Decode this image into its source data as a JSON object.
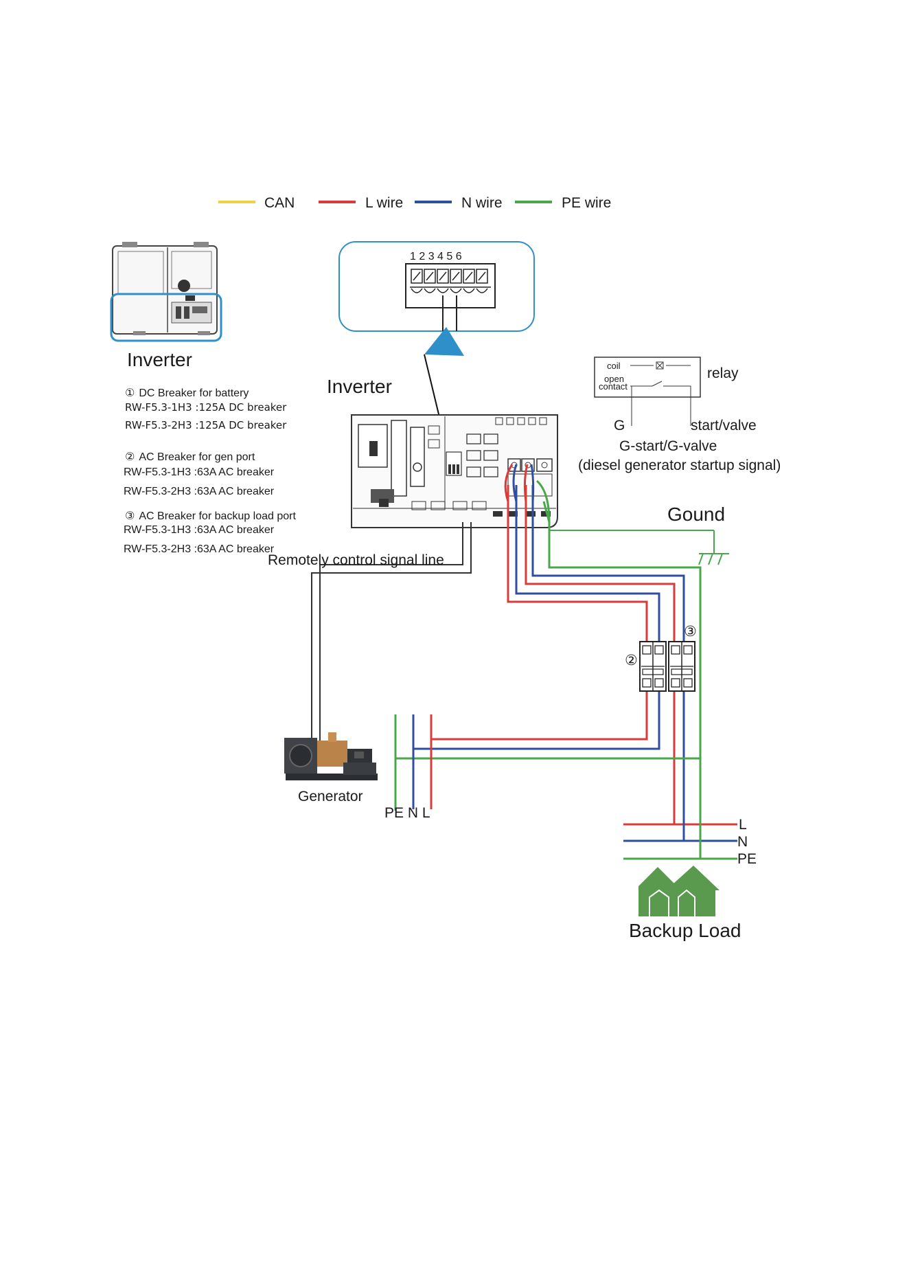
{
  "colors": {
    "can": "#f2d044",
    "l_wire": "#d93b3b",
    "n_wire": "#2f4f9e",
    "pe_wire": "#4aa64a",
    "accent_blue": "#2f8fc9",
    "house_green": "#5a9a4f",
    "signal_line": "#333333"
  },
  "legend": [
    {
      "key": "can",
      "label": "CAN"
    },
    {
      "key": "l_wire",
      "label": "L wire"
    },
    {
      "key": "n_wire",
      "label": "N wire"
    },
    {
      "key": "pe_wire",
      "label": "PE wire"
    }
  ],
  "inverter_thumb_label": "Inverter",
  "inverter_main_label": "Inverter",
  "terminal_numbers": "1 2 3 4 5 6",
  "breakers": [
    {
      "marker": "①",
      "title": "DC Breaker for battery",
      "lines": [
        "RW-F5.3-1H3 :125A DC breaker",
        "RW-F5.3-2H3 :125A DC breaker"
      ]
    },
    {
      "marker": "②",
      "title": "AC Breaker for gen port",
      "lines": [
        "RW-F5.3-1H3 :63A AC breaker",
        "RW-F5.3-2H3 :63A AC breaker"
      ]
    },
    {
      "marker": "③",
      "title": "AC Breaker for backup load port",
      "lines": [
        "RW-F5.3-1H3 :63A AC breaker",
        "RW-F5.3-2H3 :63A AC breaker"
      ]
    }
  ],
  "relay": {
    "coil": "coil",
    "open_contact_1": "open",
    "open_contact_2": "contact",
    "label": "relay",
    "g": "G",
    "start_valve": "start/valve",
    "signal_name": "G-start/G-valve",
    "signal_desc": "(diesel generator startup signal)"
  },
  "ground_label": "Gound",
  "signal_line_label": "Remotely control signal line",
  "generator_label": "Generator",
  "generator_terminals": "PE N L",
  "breaker_markers": {
    "gen": "②",
    "load": "③"
  },
  "load_lines": {
    "l": "L",
    "n": "N",
    "pe": "PE"
  },
  "backup_load_label": "Backup Load"
}
